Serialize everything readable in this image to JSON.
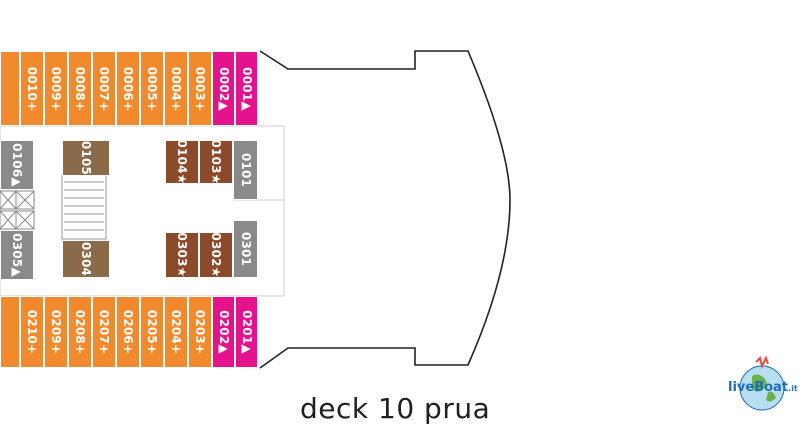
{
  "title": "deck 10 prua",
  "logo": {
    "text": "liveBoat",
    "suffix": ".it"
  },
  "colors": {
    "standard": "#f08a2c",
    "suite": "#e4128c",
    "inside": "#8a8a8a",
    "balcony": "#8c4a2a",
    "service": "#8a6a48",
    "hull": "#222222"
  },
  "cabins": {
    "top_row": [
      "0010+",
      "0009+",
      "0008+",
      "0007+",
      "0006+",
      "0005+",
      "0004+",
      "0003+"
    ],
    "top_suites": [
      "0002▲",
      "0001▲"
    ],
    "bottom_row": [
      "0210+",
      "0209+",
      "0208+",
      "0207+",
      "0206+",
      "0205+",
      "0204+",
      "0203+"
    ],
    "bottom_suites": [
      "0202▲",
      "0201▲"
    ],
    "mid_upper": [
      "0104★",
      "0103★"
    ],
    "mid_lower": [
      "0303★",
      "0302★"
    ],
    "inside_upper": "0101",
    "inside_lower": "0301",
    "left_upper": "0106▲",
    "left_lower": "0305▲",
    "stair_upper": "0105",
    "stair_lower": "0304"
  }
}
